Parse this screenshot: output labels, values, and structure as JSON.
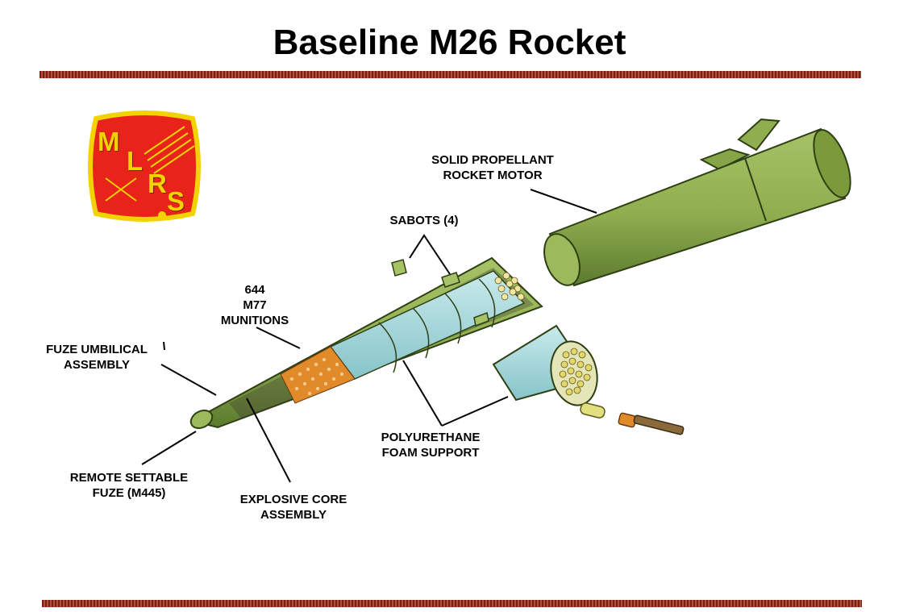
{
  "title": "Baseline M26 Rocket",
  "logo": {
    "letters": [
      "M",
      "L",
      "R",
      "S"
    ],
    "colors": {
      "fill": "#e8231a",
      "border": "#f2d200",
      "letters": "#f2d200"
    }
  },
  "labels": {
    "solid_propellant": [
      "SOLID PROPELLANT",
      "ROCKET MOTOR"
    ],
    "sabots": [
      "SABOTS (4)"
    ],
    "munitions": [
      "644",
      "M77",
      "MUNITIONS"
    ],
    "fuze_umbilical": [
      "FUZE UMBILICAL",
      "ASSEMBLY"
    ],
    "polyurethane": [
      "POLYURETHANE",
      "FOAM SUPPORT"
    ],
    "remote_fuze": [
      "REMOTE SETTABLE",
      "FUZE (M445)"
    ],
    "explosive_core": [
      "EXPLOSIVE CORE",
      "ASSEMBLY"
    ]
  },
  "colors": {
    "rocket_green": "#8fae4f",
    "rocket_dark": "#5c7a2e",
    "foam_cyan": "#a9dadd",
    "munition_orange": "#e08a2a",
    "rule": "#8b2a1a"
  }
}
